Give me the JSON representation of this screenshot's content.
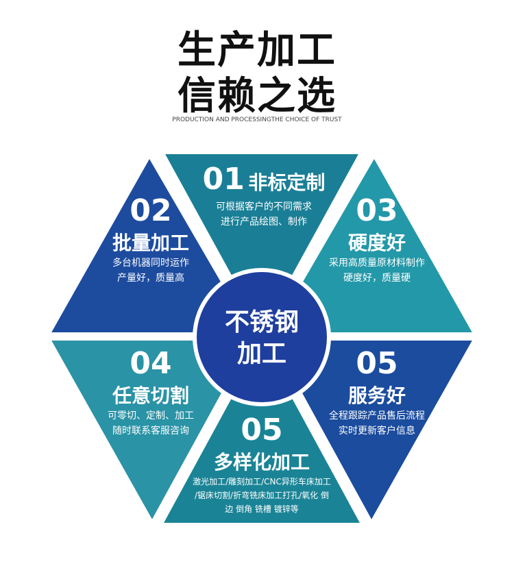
{
  "title_line1": "生产加工",
  "title_line2": "信赖之选",
  "subtitle": "PRODUCTION AND PROCESSINGTHE CHOICE OF TRUST",
  "center": {
    "line1": "不锈钢",
    "line2": "加工"
  },
  "segments": [
    {
      "num": "01",
      "title": "非标定制",
      "desc1": "可根据客户的不同需求",
      "desc2": "进行产品绘图、制作"
    },
    {
      "num": "02",
      "title": "批量加工",
      "desc1": "多台机器同时运作",
      "desc2": "产量好，质量高"
    },
    {
      "num": "03",
      "title": "硬度好",
      "desc1": "采用高质量原材料制作",
      "desc2": "硬度好，质量硬"
    },
    {
      "num": "04",
      "title": "任意切割",
      "desc1": "可零切、定制、加工",
      "desc2": "随时联系客服咨询"
    },
    {
      "num": "05",
      "title": "服务好",
      "desc1": "全程跟踪产品售后流程",
      "desc2": "实时更新客户信息"
    },
    {
      "num": "05",
      "title": "多样化加工",
      "desc1": "激光加工/雕刻加工/CNC异形车床加工",
      "desc2": "/锯床切割/折弯铣床加工打孔/氧化 倒",
      "desc3": "边 倒角 铣槽 镀锌等"
    }
  ],
  "colors": {
    "teal_dark": "#1a7f96",
    "blue": "#1d4c9f",
    "teal": "#2398a8",
    "center": "#1f3f9e"
  }
}
